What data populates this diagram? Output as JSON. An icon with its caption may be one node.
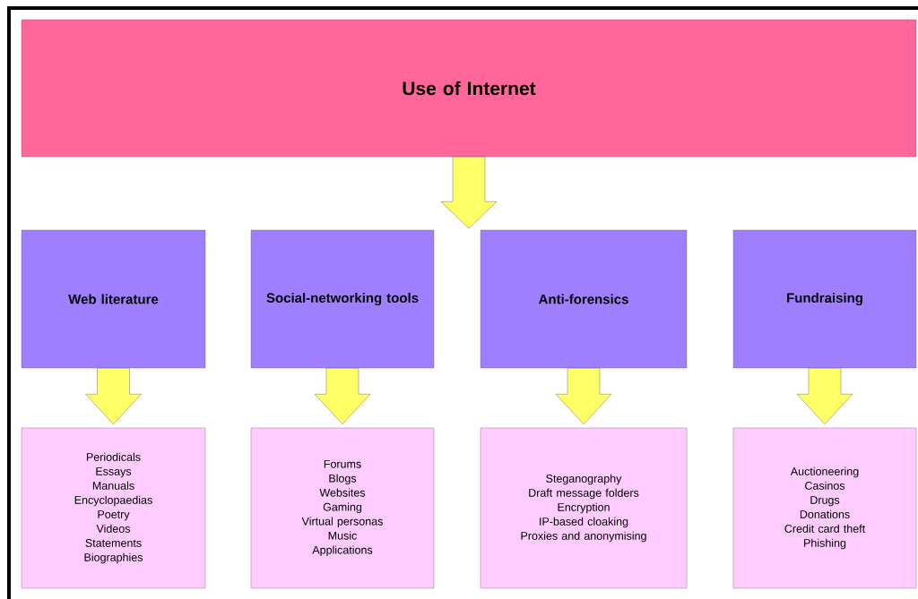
{
  "diagram": {
    "nodes": [
      {
        "text": [
          "Use of Internet"
        ]
      },
      {
        "text": [
          "Web literature"
        ]
      },
      {
        "text": [
          "Social-networking tools"
        ]
      },
      {
        "text": [
          "Anti-forensics"
        ]
      },
      {
        "text": [
          "Fundraising"
        ]
      },
      {
        "text": [
          "Periodicals",
          "Essays",
          "Manuals",
          "Encyclopaedias",
          "Poetry",
          "Videos",
          "Statements",
          "Biographies"
        ]
      },
      {
        "text": [
          "Forums",
          "Blogs",
          "Websites",
          "Gaming",
          "Virtual personas",
          "Music",
          "Applications"
        ]
      },
      {
        "text": [
          "Steganography",
          "Draft message folders",
          "Encryption",
          "IP-based cloaking",
          "Proxies and anonymising"
        ]
      },
      {
        "text": [
          "Auctioneering",
          "Casinos",
          "Drugs",
          "Donations",
          "Credit card theft",
          "Phishing"
        ]
      }
    ],
    "edges": [
      {
        "from": 0,
        "to": null,
        "arrow": "to"
      },
      {
        "from": 1,
        "to": 5,
        "arrow": "to"
      },
      {
        "from": 2,
        "to": 6,
        "arrow": "to"
      },
      {
        "from": 3,
        "to": 7,
        "arrow": "to"
      },
      {
        "from": 4,
        "to": 8,
        "arrow": "to"
      }
    ]
  }
}
